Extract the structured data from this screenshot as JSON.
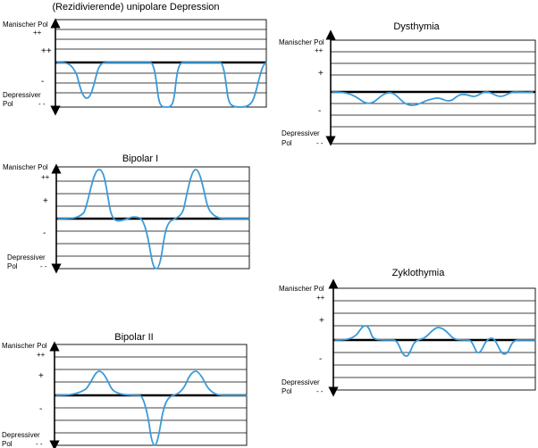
{
  "colors": {
    "curve": "#3a9ad9",
    "lines": "#000000"
  },
  "panels": [
    {
      "id": "unipolar",
      "title": "(Rezidivierende) unipolare Depression",
      "manic_label": "Manischer Pol",
      "pp_label": "++",
      "p_label": "++",
      "m_label": "-",
      "depressive_label": "Depressiver",
      "pol_label": "Pol",
      "mm_label": "- -"
    },
    {
      "id": "dysthymia",
      "title": "Dysthymia",
      "manic_label": "Manischer Pol",
      "pp_label": "++",
      "p_label": "+",
      "m_label": "-",
      "depressive_label": "Depressiver",
      "pol_label": "Pol",
      "mm_label": "- -"
    },
    {
      "id": "bipolar1",
      "title": "Bipolar I",
      "manic_label": "Manischer Pol",
      "pp_label": "++",
      "p_label": "+",
      "m_label": "-",
      "depressive_label": "Depressiver",
      "pol_label": "Pol",
      "mm_label": "- -"
    },
    {
      "id": "zyklothymia",
      "title": "Zyklothymia",
      "manic_label": "Manischer Pol",
      "pp_label": "++",
      "p_label": "+",
      "m_label": "-",
      "depressive_label": "Depressiver",
      "pol_label": "Pol",
      "mm_label": "- -"
    },
    {
      "id": "bipolar2",
      "title": "Bipolar II",
      "manic_label": "Manischer Pol",
      "pp_label": "++",
      "p_label": "+",
      "m_label": "-",
      "depressive_label": "Depressiver",
      "pol_label": "Pol",
      "mm_label": "- -"
    }
  ]
}
